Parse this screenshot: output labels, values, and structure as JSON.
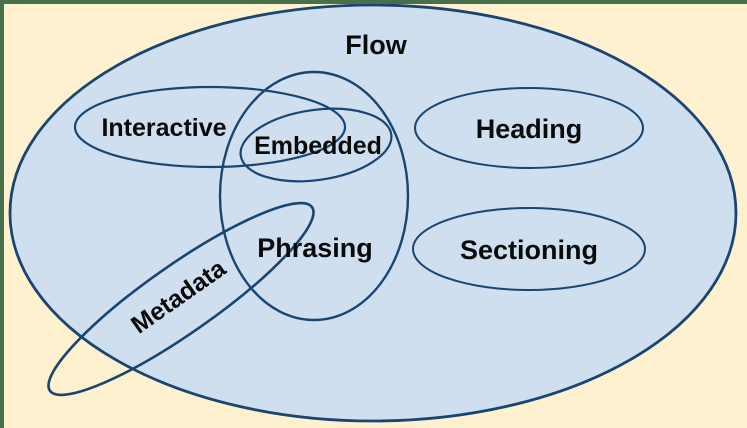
{
  "diagram": {
    "type": "euler-diagram",
    "description": "HTML content categories Venn/Euler diagram",
    "sets": [
      {
        "id": "flow",
        "label": "Flow"
      },
      {
        "id": "interactive",
        "label": "Interactive"
      },
      {
        "id": "embedded",
        "label": "Embedded"
      },
      {
        "id": "heading",
        "label": "Heading"
      },
      {
        "id": "phrasing",
        "label": "Phrasing"
      },
      {
        "id": "sectioning",
        "label": "Sectioning"
      },
      {
        "id": "metadata",
        "label": "Metadata"
      }
    ],
    "colors": {
      "canvas_background": "#fdf1cf",
      "flow_set_fill": "#cfdff0",
      "set_outline": "#1a4570",
      "frame_border_green": "#476f4c",
      "label_text": "#0a0a0a"
    }
  }
}
